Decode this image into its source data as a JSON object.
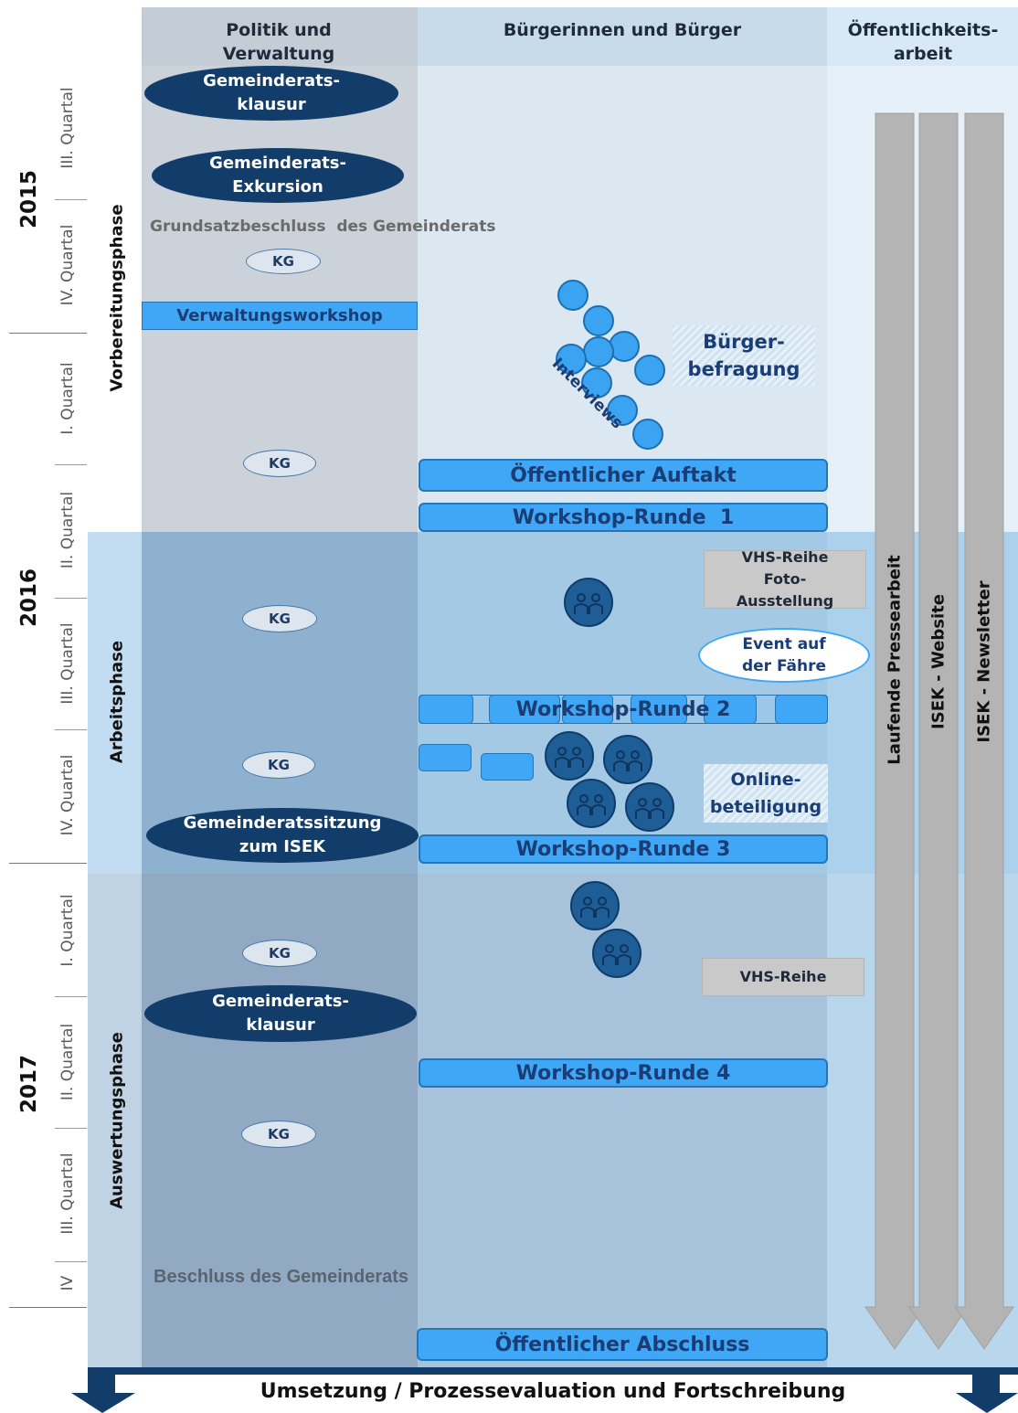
{
  "headers": {
    "politik": "Politik und Verwaltung",
    "buerger": "Bürgerinnen und Bürger",
    "oeffentlich": "Öffentlichkeits-arbeit"
  },
  "years": [
    "2015",
    "2016",
    "2017"
  ],
  "quarters": [
    "III. Quartal",
    "IV. Quartal",
    "I. Quartal",
    "II. Quartal",
    "III. Quartal",
    "IV. Quartal",
    "I. Quartal",
    "II. Quartal",
    "III. Quartal",
    "IV"
  ],
  "phases": [
    "Vorbereitungsphase",
    "Arbeitsphase",
    "Auswertungsphase"
  ],
  "politik": {
    "oval1": "Gemeinderats-klausur",
    "oval2": "Gemeinderats-Exkursion",
    "grundsatz": "Grundsatzbeschluss  des Gemeinderats",
    "kg": "KG",
    "verwaltungsworkshop": "Verwaltungsworkshop",
    "sitzung": "Gemeinderatssitzung zum ISEK",
    "oval3": "Gemeinderats-klausur",
    "beschluss": "Beschluss des Gemeinderats"
  },
  "buerger": {
    "interviews": "Interviews",
    "befragung": "Bürger-befragung",
    "auftakt": "Öffentlicher Auftakt",
    "runde1": "Workshop-Runde  1",
    "vhs1": "VHS-Reihe Foto-Ausstellung",
    "event": "Event auf der Fähre",
    "runde2": "Workshop-Runde 2",
    "online": "Online-beteiligung",
    "runde3": "Workshop-Runde 3",
    "vhs2": "VHS-Reihe",
    "runde4": "Workshop-Runde 4",
    "abschluss": "Öffentlicher Abschluss"
  },
  "oeffentlichkeit": {
    "arrow1": "Laufende Pressearbeit",
    "arrow2": "ISEK - Website",
    "arrow3": "ISEK - Newsletter"
  },
  "footer": "Umsetzung / Prozessevaluation und Fortschreibung",
  "colors": {
    "dark_oval": "#123d6b",
    "bar_fill": "#3fa7f5",
    "bar_border": "#2476b6",
    "arrow_grey": "#b4b4b4"
  }
}
